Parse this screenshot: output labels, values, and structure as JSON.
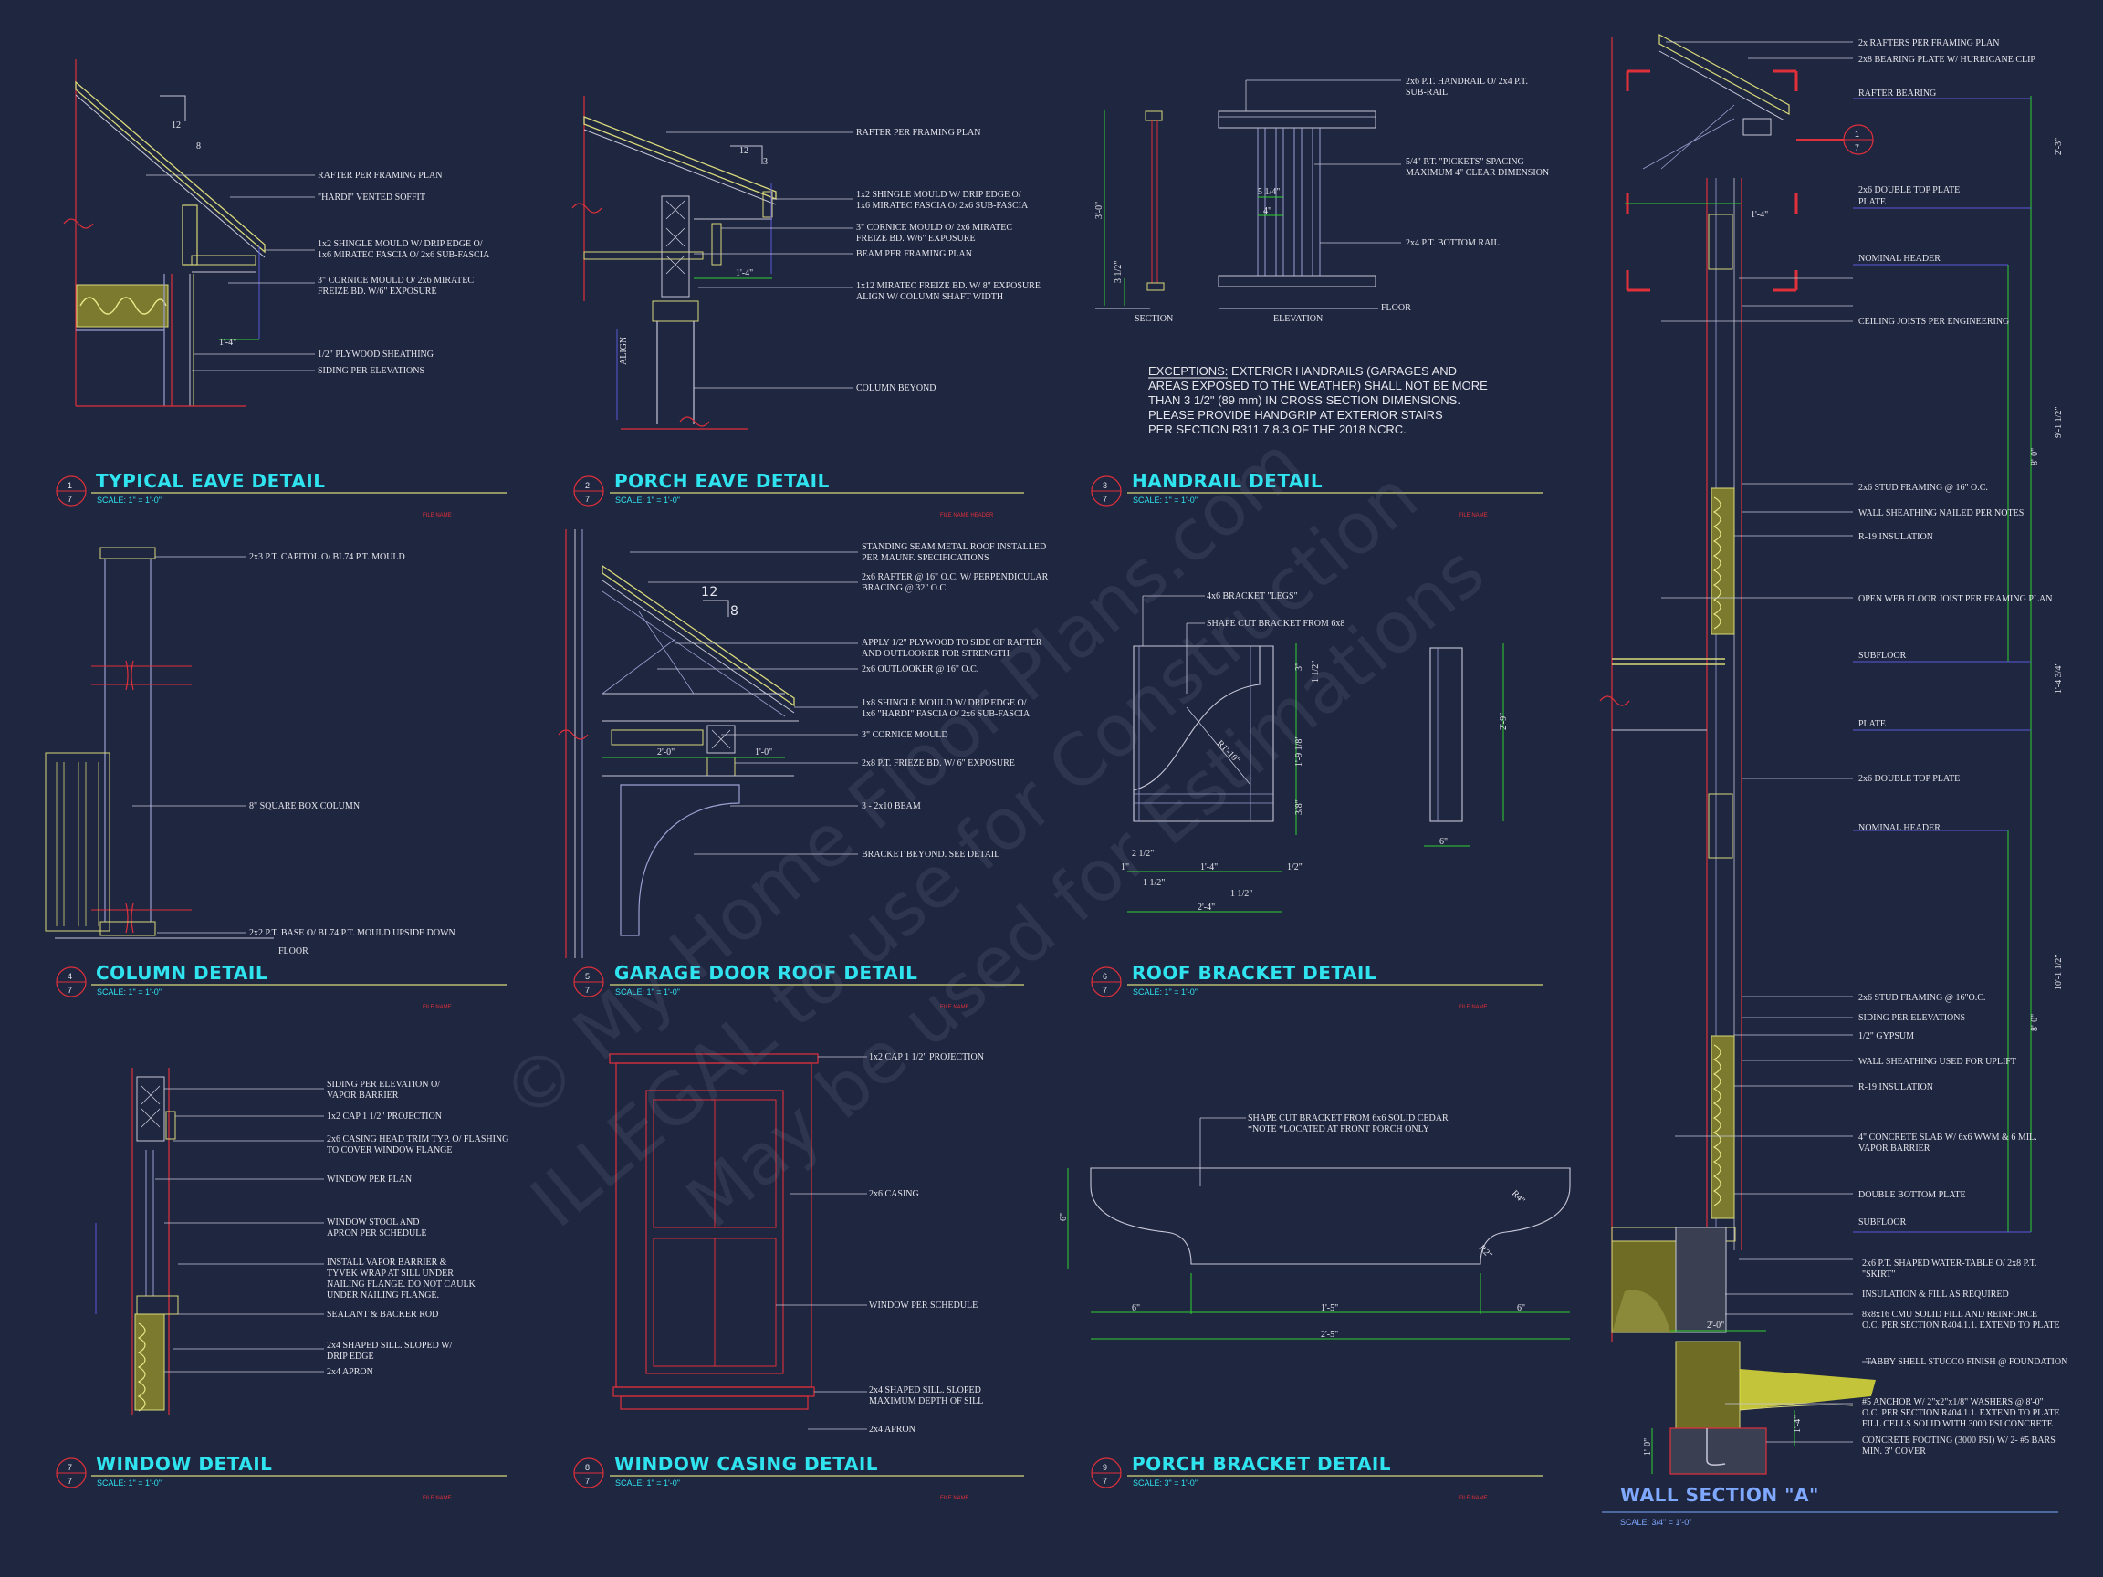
{
  "sheet": {
    "accent": "#2fe3ef",
    "background": "#1f2640",
    "watermark": [
      "© My Home Floor Plans.com",
      "ILLEGAL to use for Construction",
      "May be used for Estimations"
    ]
  },
  "details": {
    "typical_eave": {
      "num": "1",
      "sheet": "7",
      "title": "TYPICAL EAVE DETAIL",
      "scale": "SCALE:    1\" = 1'-0\"",
      "plan_tag": "FILE NAME",
      "notes": [
        "RAFTER PER FRAMING PLAN",
        "\"HARDI\" VENTED SOFFIT",
        "1x2 SHINGLE MOULD W/ DRIP EDGE O/",
        "1x6 MIRATEC FASCIA O/ 2x6 SUB-FASCIA",
        "3\" CORNICE MOULD O/ 2x6 MIRATEC",
        "FREIZE BD. W/6\" EXPOSURE",
        "1/2\" PLYWOOD SHEATHING",
        "SIDING PER ELEVATIONS"
      ],
      "dims": [
        "12",
        "8",
        "1'-4\""
      ]
    },
    "porch_eave": {
      "num": "2",
      "sheet": "7",
      "title": "PORCH EAVE DETAIL",
      "scale": "SCALE:    1\" = 1'-0\"",
      "plan_tag": "FILE NAME   HEADER",
      "notes": [
        "RAFTER PER FRAMING PLAN",
        "1x2 SHINGLE MOULD W/ DRIP EDGE O/",
        "1x6 MIRATEC FASCIA O/ 2x6 SUB-FASCIA",
        "3\" CORNICE MOULD O/ 2x6 MIRATEC",
        "FREIZE BD. W/6\" EXPOSURE",
        "BEAM PER FRAMING PLAN",
        "1x12 MIRATEC FREIZE BD. W/ 8\" EXPOSURE",
        "ALIGN W/ COLUMN SHAFT WIDTH",
        "COLUMN BEYOND"
      ],
      "dims": [
        "12",
        "3",
        "1'-4\"",
        "ALIGN"
      ]
    },
    "handrail": {
      "num": "3",
      "sheet": "7",
      "title": "HANDRAIL DETAIL",
      "scale": "SCALE:    1\" = 1'-0\"",
      "plan_tag": "FILE NAME",
      "notes": [
        "2x6 P.T. HANDRAIL O/ 2x4 P.T.",
        "SUB-RAIL",
        "5/4\" P.T. \"PICKETS\" SPACING",
        "MAXIMUM 4\" CLEAR DIMENSION",
        "2x4 P.T. BOTTOM RAIL",
        "FLOOR"
      ],
      "dims": [
        "3'-0\"",
        "3 1/2\"",
        "5 1/4\"",
        "4\""
      ],
      "labels": [
        "SECTION",
        "ELEVATION"
      ],
      "exceptions": [
        "EXCEPTIONS: EXTERIOR HANDRAILS (GARAGES AND",
        "AREAS EXPOSED TO THE WEATHER) SHALL NOT BE MORE",
        "THAN 3 1/2\" (89 mm) IN CROSS SECTION DIMENSIONS.",
        "PLEASE PROVIDE HANDGRIP AT EXTERIOR STAIRS",
        "PER SECTION R311.7.8.3 OF THE 2018 NCRC."
      ]
    },
    "column": {
      "num": "4",
      "sheet": "7",
      "title": "COLUMN DETAIL",
      "scale": "SCALE:    1\" = 1'-0\"",
      "plan_tag": "FILE NAME",
      "notes": [
        "2x3 P.T. CAPITOL O/ BL74 P.T. MOULD",
        "8\" SQUARE BOX COLUMN",
        "2x2 P.T. BASE O/ BL74 P.T. MOULD UPSIDE DOWN",
        "FLOOR"
      ]
    },
    "garage_roof": {
      "num": "5",
      "sheet": "7",
      "title": "GARAGE DOOR ROOF DETAIL",
      "scale": "SCALE:    1\" = 1'-0\"",
      "plan_tag": "FILE NAME",
      "notes": [
        "STANDING SEAM METAL ROOF INSTALLED",
        "PER MAUNF. SPECIFICATIONS",
        "2x6 RAFTER @ 16\" O.C. W/ PERPENDICULAR",
        "BRACING @ 32\" O.C.",
        "APPLY 1/2\" PLYWOOD TO SIDE OF RAFTER",
        "AND OUTLOOKER FOR STRENGTH",
        "2x6 OUTLOOKER @ 16\" O.C.",
        "1x8 SHINGLE MOULD W/ DRIP EDGE O/",
        "1x6 \"HARDI\" FASCIA O/ 2x6 SUB-FASCIA",
        "3\" CORNICE MOULD",
        "2x8 P.T. FRIEZE BD. W/ 6\" EXPOSURE",
        "3 - 2x10 BEAM",
        "BRACKET BEYOND.  SEE DETAIL"
      ],
      "dims": [
        "12",
        "8",
        "2'-0\"",
        "1'-0\""
      ]
    },
    "roof_bracket": {
      "num": "6",
      "sheet": "7",
      "title": "ROOF BRACKET DETAIL",
      "scale": "SCALE:    1\" = 1'-0\"",
      "plan_tag": "FILE NAME",
      "notes": [
        "4x6 BRACKET \"LEGS\"",
        "SHAPE CUT BRACKET FROM 6x8"
      ],
      "dims": [
        "2'-4\"",
        "1'-4\"",
        "2 1/2\"",
        "1\"",
        "1 1/2\"",
        "1/2\"",
        "1'-9 1/8\"",
        "3\"",
        "3/8\"",
        "1 1/2\"",
        "2'-9\"",
        "6\"",
        "R1'-10\""
      ]
    },
    "window": {
      "num": "7",
      "sheet": "7",
      "title": "WINDOW DETAIL",
      "scale": "SCALE:    1\" = 1'-0\"",
      "plan_tag": "FILE NAME",
      "notes": [
        "SIDING PER ELEVATION O/",
        "VAPOR BARRIER",
        "1x2 CAP 1 1/2\" PROJECTION",
        "2x6 CASING HEAD TRIM TYP. O/ FLASHING",
        "TO COVER WINDOW FLANGE",
        "WINDOW PER PLAN",
        "WINDOW STOOL AND",
        "APRON PER SCHEDULE",
        "INSTALL VAPOR BARRIER &",
        "TYVEK WRAP AT SILL UNDER",
        "NAILING FLANGE.  DO NOT CAULK",
        "UNDER NAILING FLANGE.",
        "SEALANT & BACKER ROD",
        "2x4 SHAPED SILL.  SLOPED W/",
        "DRIP EDGE",
        "2x4 APRON"
      ]
    },
    "window_casing": {
      "num": "8",
      "sheet": "7",
      "title": "WINDOW CASING DETAIL",
      "scale": "SCALE:    1\" = 1'-0\"",
      "plan_tag": "FILE NAME",
      "notes": [
        "1x2 CAP 1 1/2\" PROJECTION",
        "2x6 CASING",
        "WINDOW PER SCHEDULE",
        "2x4 SHAPED SILL.  SLOPED",
        "MAXIMUM DEPTH OF SILL",
        "2x4 APRON"
      ]
    },
    "porch_bracket": {
      "num": "9",
      "sheet": "7",
      "title": "PORCH BRACKET DETAIL",
      "scale": "SCALE:    3\" = 1'-0\"",
      "plan_tag": "FILE NAME",
      "notes": [
        "SHAPE CUT BRACKET FROM 6x6 SOLID CEDAR",
        "*NOTE *LOCATED AT FRONT PORCH ONLY"
      ],
      "dims": [
        "6\"",
        "6\"",
        "1'-5\"",
        "6\"",
        "2'-5\"",
        "R4\"",
        "R2\""
      ]
    },
    "wall_section": {
      "title": "WALL SECTION \"A\"",
      "scale": "SCALE: 3/4\" = 1'-0\"",
      "callout_num": "1",
      "callout_sheet": "7",
      "notes": [
        "2x RAFTERS PER FRAMING PLAN",
        "2x8 BEARING PLATE W/ HURRICANE CLIP",
        "RAFTER BEARING",
        "2x6 DOUBLE TOP PLATE",
        "PLATE",
        "NOMINAL HEADER",
        "CEILING JOISTS PER ENGINEERING",
        "2x6 STUD FRAMING @ 16\" O.C.",
        "WALL SHEATHING NAILED PER NOTES",
        "R-19 INSULATION",
        "OPEN WEB FLOOR JOIST PER FRAMING PLAN",
        "SUBFLOOR",
        "PLATE",
        "2x6 DOUBLE TOP PLATE",
        "NOMINAL HEADER",
        "2x6 STUD FRAMING @ 16\"O.C.",
        "SIDING PER ELEVATIONS",
        "1/2\" GYPSUM",
        "WALL SHEATHING USED FOR UPLIFT",
        "R-19 INSULATION",
        "4\" CONCRETE SLAB W/ 6x6 WWM & 6 MIL.",
        "VAPOR BARRIER",
        "DOUBLE BOTTOM PLATE",
        "SUBFLOOR",
        "2x6 P.T. SHAPED WATER-TABLE O/ 2x8 P.T.",
        "\"SKIRT\"",
        "INSULATION & FILL AS REQUIRED",
        "8x8x16 CMU SOLID FILL AND REINFORCE",
        "O.C. PER SECTION R404.1.1. EXTEND TO PLATE",
        "TABBY SHELL STUCCO FINISH @ FOUNDATION",
        "#5 ANCHOR W/ 2\"x2\"x1/8\" WASHERS @ 8'-0\"",
        "O.C. PER SECTION R404.1.1. EXTEND TO PLATE",
        "FILL CELLS SOLID WITH 3000 PSI CONCRETE",
        "CONCRETE FOOTING (3000 PSI) W/ 2- #5 BARS",
        "MIN. 3\" COVER"
      ],
      "dims": [
        "2'-3\"",
        "9'-1 1/2\"",
        "8'-0\"",
        "1'-4 3/4\"",
        "10'-1 1/2\"",
        "8'-0\"",
        "1'-4\"",
        "2'-0\"",
        "1'-0\""
      ]
    }
  }
}
